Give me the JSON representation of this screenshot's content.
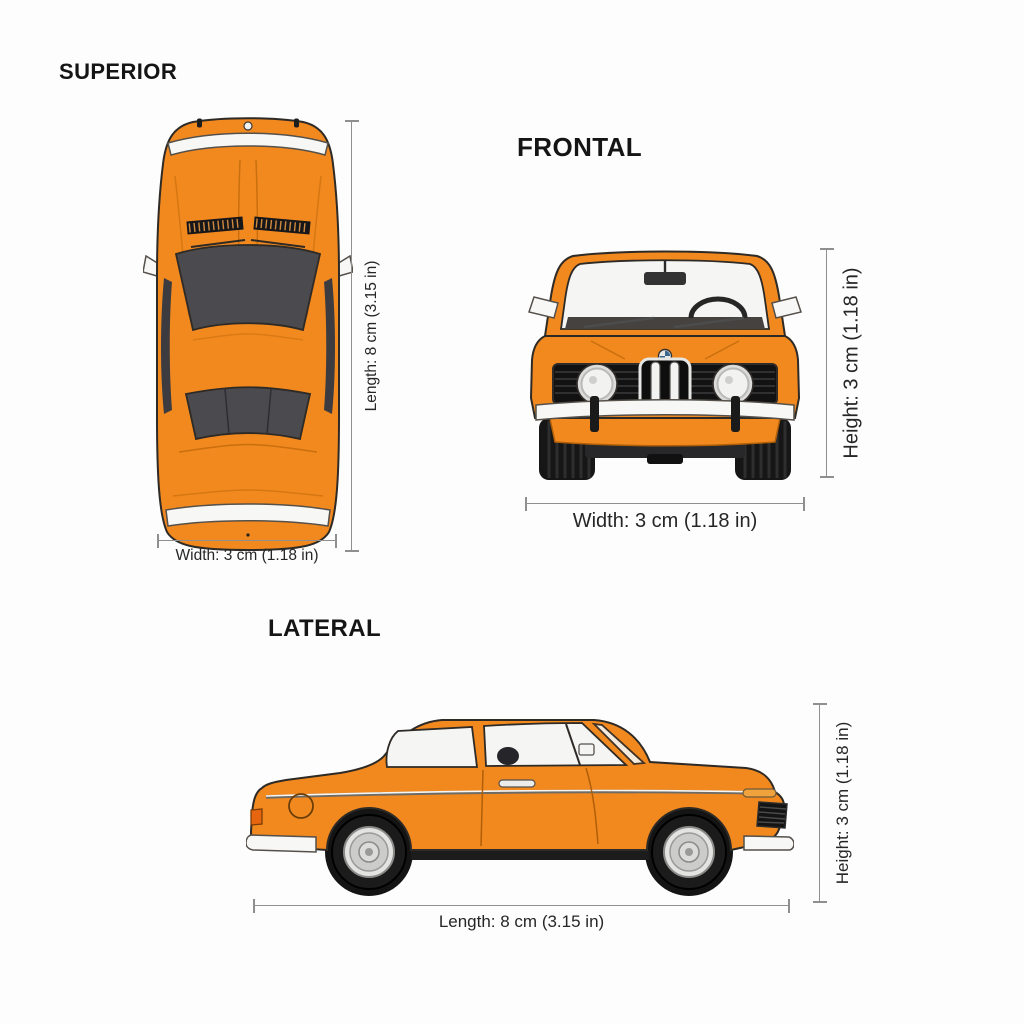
{
  "background": "#fdfdfd",
  "colors": {
    "car_orange": "#F2891F",
    "car_orange_dark": "#C96F0D",
    "outline": "#2E2A26",
    "glass_dark": "#4B4A4E",
    "glass_light": "#F5F5F3",
    "chrome": "#F7F7F5",
    "tire_black": "#1B1B1B",
    "dim_line": "#8F8F8F",
    "title_text": "#151515",
    "dim_text": "#262626"
  },
  "views": {
    "superior": {
      "title": "SUPERIOR",
      "length_label": "Length: 8 cm (3.15 in)",
      "width_label": "Width: 3 cm (1.18 in)"
    },
    "frontal": {
      "title": "FRONTAL",
      "height_label": "Height: 3 cm (1.18 in)",
      "width_label": "Width: 3 cm (1.18 in)"
    },
    "lateral": {
      "title": "LATERAL",
      "height_label": "Height: 3 cm (1.18 in)",
      "length_label": "Length: 8 cm (3.15 in)"
    }
  }
}
